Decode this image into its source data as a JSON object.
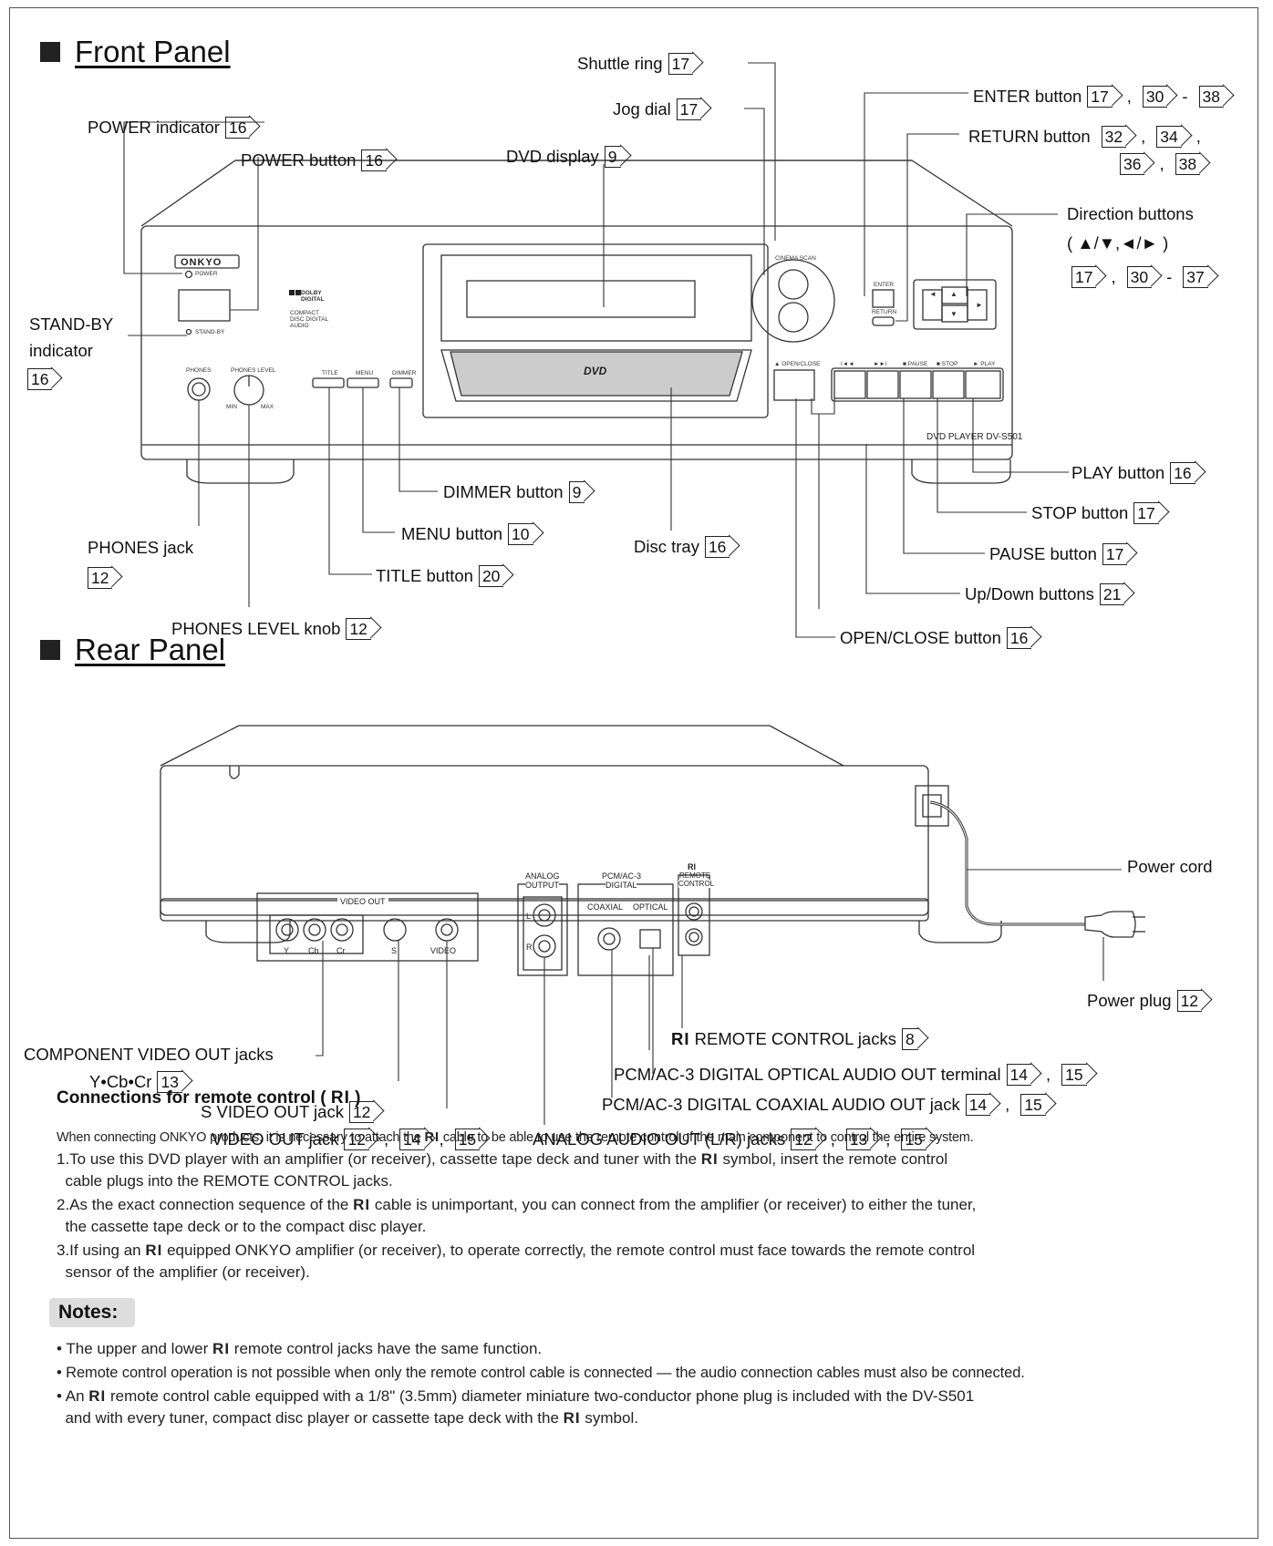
{
  "front_panel": {
    "title": "Front Panel",
    "device": {
      "brand": "ONKYO",
      "power_small": "POWER",
      "standby_small": "STAND-BY",
      "dolby": "DOLBY DIGITAL",
      "compact_disc": "COMPACT DISC DIGITAL AUDIO",
      "phones_small": "PHONES",
      "phones_level_small": "PHONES LEVEL",
      "min": "MIN",
      "max": "MAX",
      "title_small": "TITLE",
      "menu_small": "MENU",
      "dimmer_small": "DIMMER",
      "cinema_scan": "CINEMA SCAN",
      "enter_small": "ENTER",
      "return_small": "RETURN",
      "open_close_small": "▲ OPEN/CLOSE",
      "prev_small": "I◄◄",
      "next_small": "►►I",
      "pause_small": "■ PAUSE",
      "stop_small": "■ STOP",
      "play_small": "► PLAY",
      "dvd_logo": "DVD",
      "model": "DVD PLAYER  DV-S501"
    },
    "callouts": {
      "shuttle_ring": {
        "label": "Shuttle ring",
        "pages": [
          "17"
        ]
      },
      "jog_dial": {
        "label": "Jog dial",
        "pages": [
          "17"
        ]
      },
      "dvd_display": {
        "label": "DVD display",
        "pages": [
          "9"
        ]
      },
      "power_indicator": {
        "label": "POWER indicator",
        "pages": [
          "16"
        ]
      },
      "power_button": {
        "label": "POWER button",
        "pages": [
          "16"
        ]
      },
      "standby_indicator": {
        "label1": "STAND-BY",
        "label2": "indicator",
        "pages": [
          "16"
        ]
      },
      "enter_button": {
        "label": "ENTER button",
        "p1": "17",
        "p2": "30",
        "p3": "38"
      },
      "return_button": {
        "label": "RETURN button",
        "p1": "32",
        "p2": "34",
        "p3": "36",
        "p4": "38"
      },
      "direction_buttons": {
        "label": "Direction buttons",
        "symbols": "( ▲/▼,◄/► )",
        "p1": "17",
        "p2": "30",
        "p3": "37"
      },
      "play_button": {
        "label": "PLAY button",
        "pages": [
          "16"
        ]
      },
      "stop_button": {
        "label": "STOP button",
        "pages": [
          "17"
        ]
      },
      "pause_button": {
        "label": "PAUSE button",
        "pages": [
          "17"
        ]
      },
      "updown_buttons": {
        "label": "Up/Down buttons",
        "pages": [
          "21"
        ]
      },
      "open_close_button": {
        "label": "OPEN/CLOSE button",
        "pages": [
          "16"
        ]
      },
      "dimmer_button": {
        "label": "DIMMER button",
        "pages": [
          "9"
        ]
      },
      "menu_button": {
        "label": "MENU button",
        "pages": [
          "10"
        ]
      },
      "title_button": {
        "label": "TITLE button",
        "pages": [
          "20"
        ]
      },
      "disc_tray": {
        "label": "Disc tray",
        "pages": [
          "16"
        ]
      },
      "phones_jack": {
        "label": "PHONES jack",
        "pages": [
          "12"
        ]
      },
      "phones_level_knob": {
        "label": "PHONES LEVEL knob",
        "pages": [
          "12"
        ]
      }
    }
  },
  "rear_panel": {
    "title": "Rear Panel",
    "device": {
      "video_out": "VIDEO OUT",
      "y": "Y",
      "cb": "Cb",
      "cr": "Cr",
      "s": "S",
      "video": "VIDEO",
      "analog": "ANALOG",
      "output": "OUTPUT",
      "l": "L",
      "r": "R",
      "pcm": "PCM/AC-3",
      "digital": "DIGITAL",
      "coaxial": "COAXIAL",
      "optical": "OPTICAL",
      "ri": "RI",
      "remote": "REMOTE",
      "control": "CONTROL"
    },
    "callouts": {
      "power_cord": {
        "label": "Power cord"
      },
      "power_plug": {
        "label": "Power plug",
        "pages": [
          "12"
        ]
      },
      "ri_remote_jacks": {
        "label": "REMOTE CONTROL jacks",
        "ri": "RI",
        "pages": [
          "8"
        ]
      },
      "optical_out": {
        "label": "PCM/AC-3 DIGITAL OPTICAL AUDIO OUT terminal",
        "p1": "14",
        "p2": "15"
      },
      "coaxial_out": {
        "label": "PCM/AC-3 DIGITAL COAXIAL AUDIO OUT jack",
        "p1": "14",
        "p2": "15"
      },
      "analog_out": {
        "label": "ANALOG AUDIO OUT  (L/R) jacks",
        "p1": "12",
        "p2": "13",
        "p3": "15"
      },
      "component_out": {
        "label1": "COMPONENT VIDEO OUT jacks",
        "label2": "Y•Cb•Cr",
        "pages": [
          "13"
        ]
      },
      "s_video_out": {
        "label": "S VIDEO OUT jack",
        "pages": [
          "12"
        ]
      },
      "video_out": {
        "label": "VIDEO OUT jack",
        "p1": "12",
        "p2": "14",
        "p3": "15"
      }
    }
  },
  "connections": {
    "heading": "Connections for remote control (",
    "heading_ri": "RI",
    "heading_end": ")",
    "intro_a": "When connecting ONKYO products, it is necessary to attach the",
    "ri": "RI",
    "intro_b": "cable to be able to use the remote control of the main component to control the entire system.",
    "item1_a": "1.To use this DVD player with an amplifier (or receiver), cassette tape deck and tuner with the",
    "item1_b": "symbol, insert the remote control",
    "item1_c": "cable plugs into the REMOTE CONTROL jacks.",
    "item2_a": "2.As the exact connection sequence of the",
    "item2_b": "cable is unimportant, you can connect from the amplifier (or receiver) to either the tuner,",
    "item2_c": "the cassette tape deck or to the compact disc player.",
    "item3_a": "3.If using an",
    "item3_b": "equipped ONKYO amplifier (or receiver), to operate correctly, the remote control must face towards the remote control",
    "item3_c": "sensor of the amplifier (or receiver)."
  },
  "notes": {
    "title": "Notes:",
    "n1_a": "• The upper and lower",
    "n1_b": "remote control jacks have the same function.",
    "n2": "• Remote control operation is not possible when only the remote control cable is connected — the audio connection cables must also be connected.",
    "n3_a": "• An",
    "n3_b": "remote control cable equipped with a 1/8\" (3.5mm) diameter miniature two-conductor phone plug is included with the DV-S501",
    "n3_c": "and with every tuner, compact disc player or cassette tape deck with the",
    "n3_d": "symbol."
  }
}
